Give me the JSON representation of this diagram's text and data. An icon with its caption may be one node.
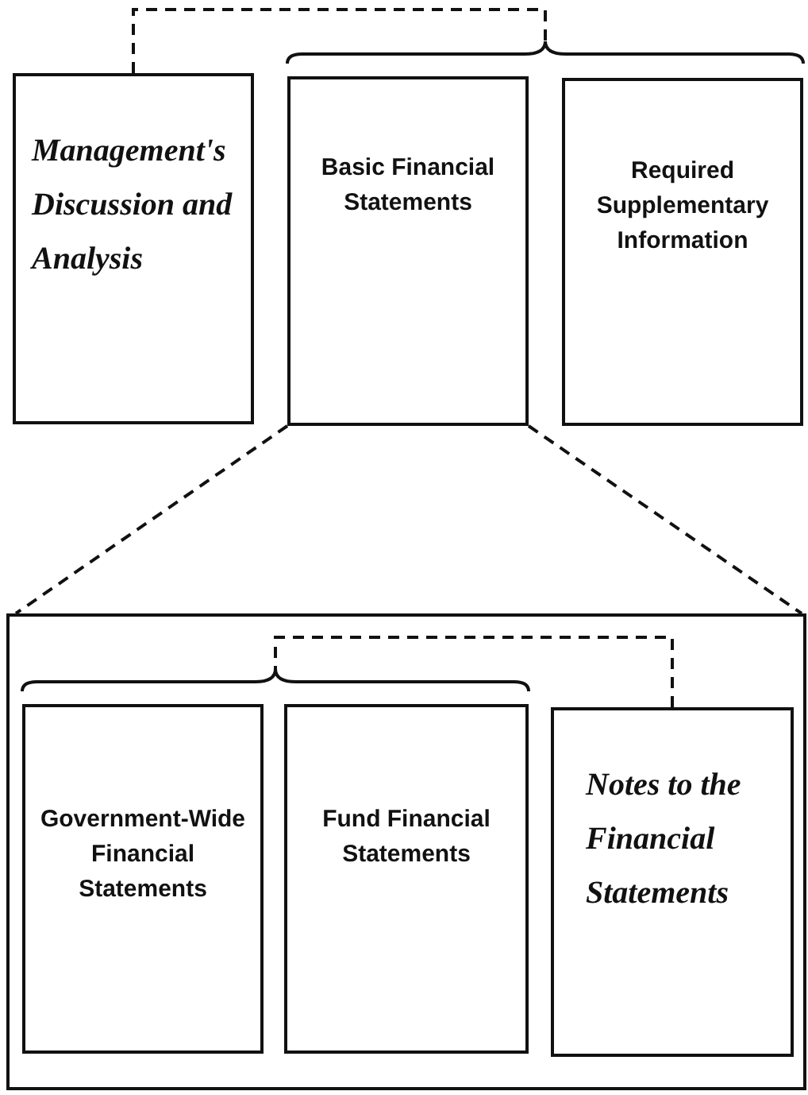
{
  "diagram": {
    "nodes": [
      {
        "text": [
          "Management's Discussion and Analysis"
        ]
      },
      {
        "text": [
          "Basic Financial Statements"
        ]
      },
      {
        "text": [
          "Required Supplementary Information"
        ]
      },
      {
        "text": [],
        "shape": "box"
      },
      {
        "text": [
          "Government-Wide Financial Statements"
        ],
        "in": 3
      },
      {
        "text": [
          "Fund Financial Statements"
        ],
        "in": 3
      },
      {
        "text": [
          "Notes to the Financial Statements"
        ],
        "in": 3
      }
    ],
    "edges": [
      {
        "from": 0,
        "to": 1,
        "arrow": "none",
        "style": "dashed"
      },
      {
        "from": 0,
        "to": 2,
        "arrow": "none",
        "style": "dashed"
      },
      {
        "from": 1,
        "to": 3,
        "arrow": "none",
        "style": "dashed"
      },
      {
        "from": 1,
        "to": 3,
        "arrow": "none",
        "style": "dashed"
      },
      {
        "from": 6,
        "to": 4,
        "arrow": "none",
        "style": "dashed"
      },
      {
        "from": 6,
        "to": 5,
        "arrow": "none",
        "style": "dashed"
      }
    ]
  }
}
